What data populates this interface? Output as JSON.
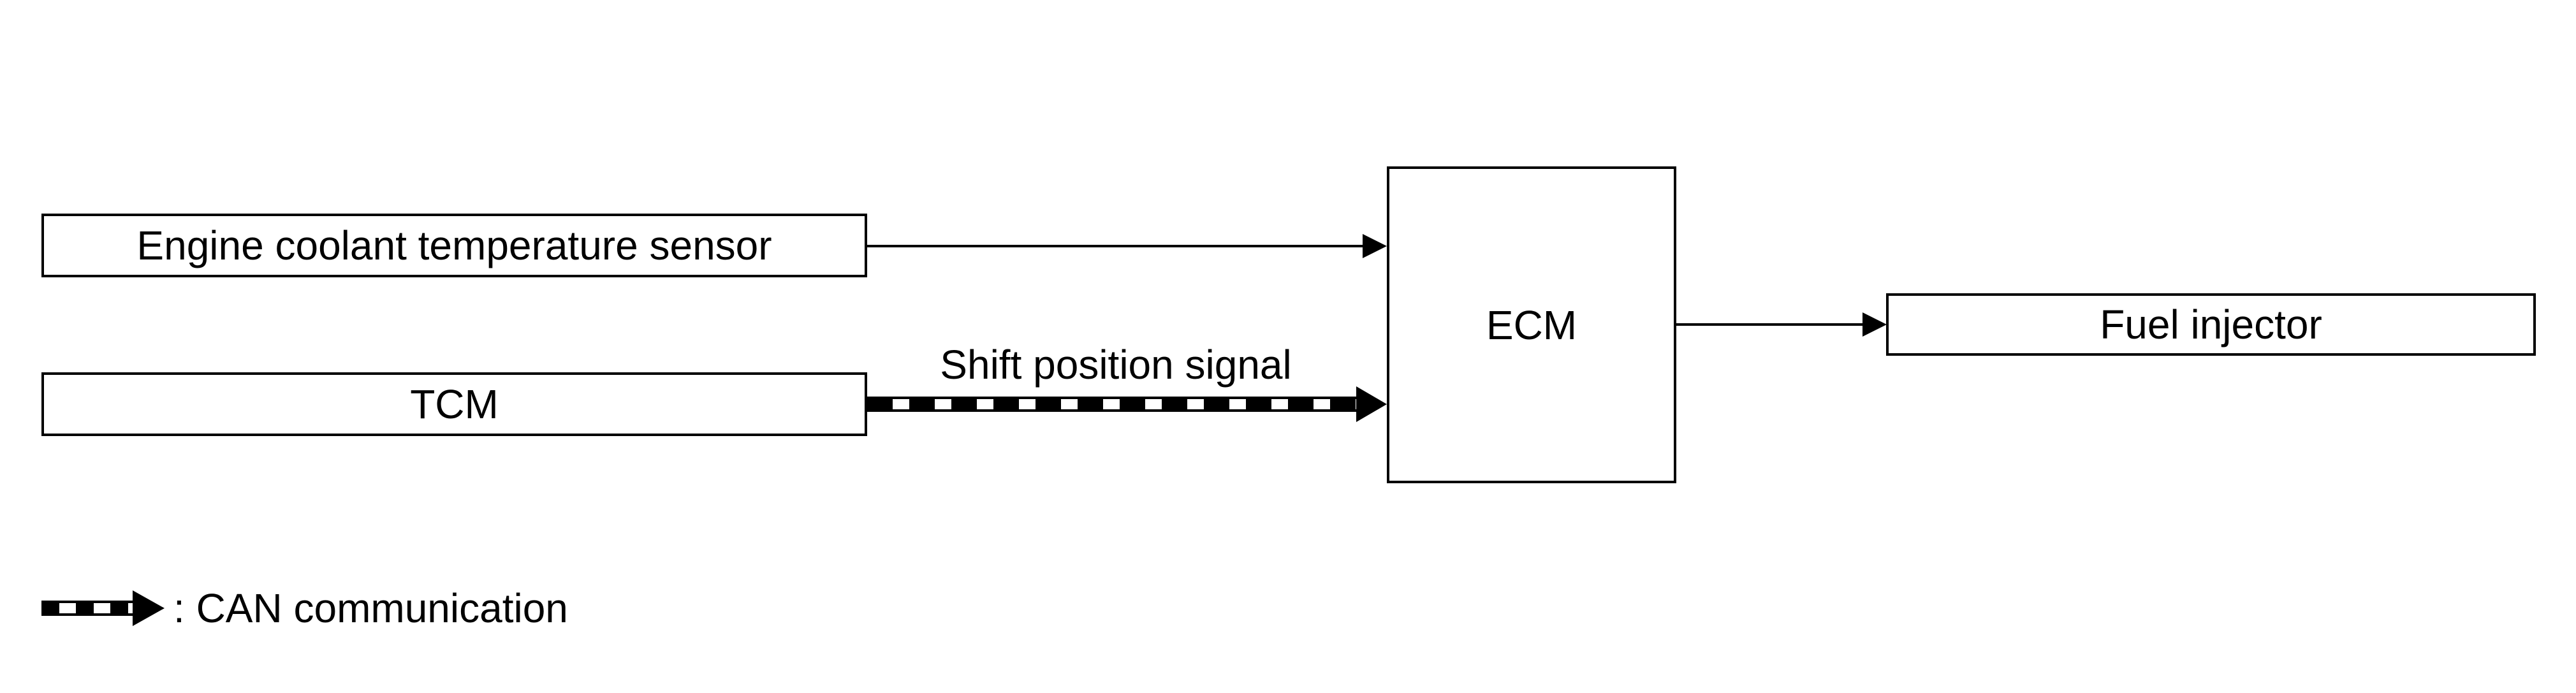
{
  "diagram": {
    "colors": {
      "ink": "#000000",
      "background": "#ffffff"
    },
    "nodes": {
      "ect_sensor": {
        "label": "Engine coolant temperature sensor"
      },
      "tcm": {
        "label": "TCM"
      },
      "ecm": {
        "label": "ECM"
      },
      "fuel_injector": {
        "label": "Fuel injector"
      }
    },
    "edges": {
      "ect_to_ecm": {
        "type": "solid-arrow",
        "from": "ect_sensor",
        "to": "ecm"
      },
      "tcm_to_ecm": {
        "type": "can-arrow",
        "from": "tcm",
        "to": "ecm",
        "label": "Shift position signal"
      },
      "ecm_to_fuel": {
        "type": "solid-arrow",
        "from": "ecm",
        "to": "fuel_injector"
      }
    },
    "legend": {
      "symbol": "can-arrow",
      "label": ": CAN communication"
    }
  }
}
